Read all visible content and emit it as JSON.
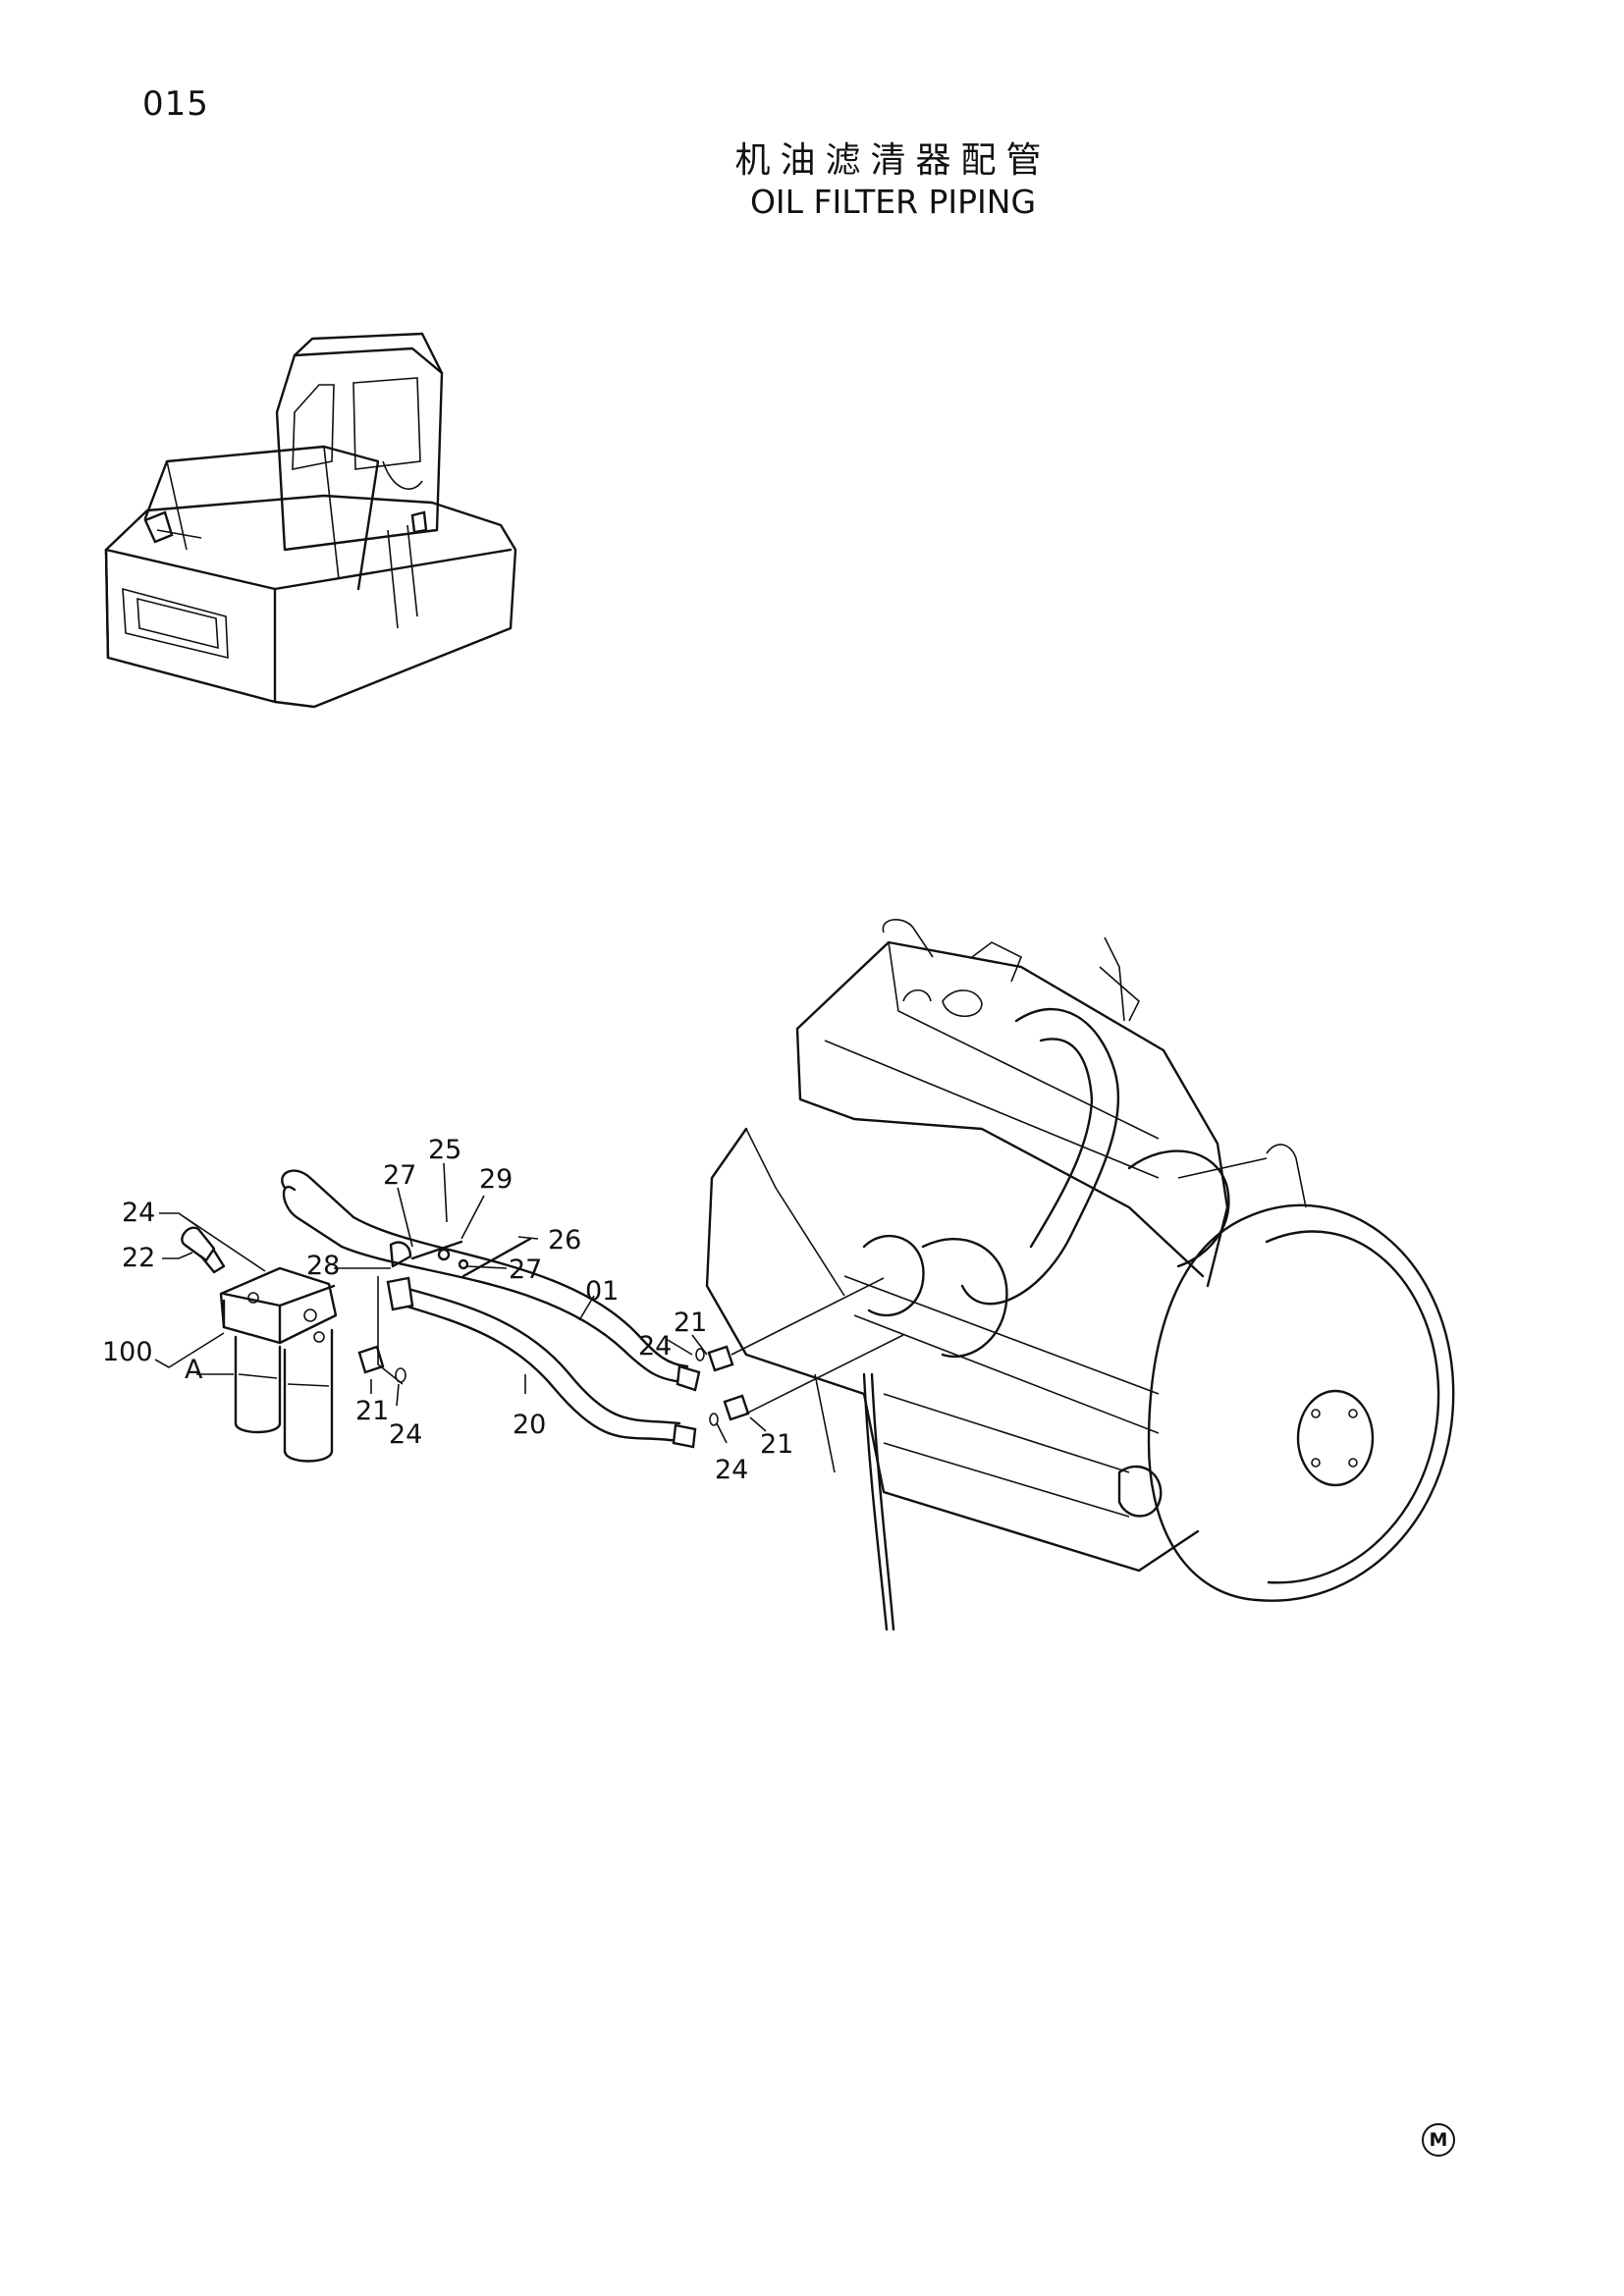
{
  "header": {
    "page_number": "015",
    "title_cn": "机油滤清器配管",
    "title_en": "OIL FILTER PIPING"
  },
  "footer": {
    "mark": "M"
  },
  "callouts": [
    {
      "id": "c-25",
      "label": "25"
    },
    {
      "id": "c-27a",
      "label": "27"
    },
    {
      "id": "c-29",
      "label": "29"
    },
    {
      "id": "c-24a",
      "label": "24"
    },
    {
      "id": "c-26",
      "label": "26"
    },
    {
      "id": "c-22",
      "label": "22"
    },
    {
      "id": "c-28",
      "label": "28"
    },
    {
      "id": "c-27b",
      "label": "27"
    },
    {
      "id": "c-01",
      "label": "01"
    },
    {
      "id": "c-100",
      "label": "100"
    },
    {
      "id": "c-A",
      "label": "A"
    },
    {
      "id": "c-21a",
      "label": "21"
    },
    {
      "id": "c-24b",
      "label": "24"
    },
    {
      "id": "c-24c",
      "label": "24"
    },
    {
      "id": "c-21b",
      "label": "21"
    },
    {
      "id": "c-20",
      "label": "20"
    },
    {
      "id": "c-21c",
      "label": "21"
    },
    {
      "id": "c-24d",
      "label": "24"
    }
  ]
}
